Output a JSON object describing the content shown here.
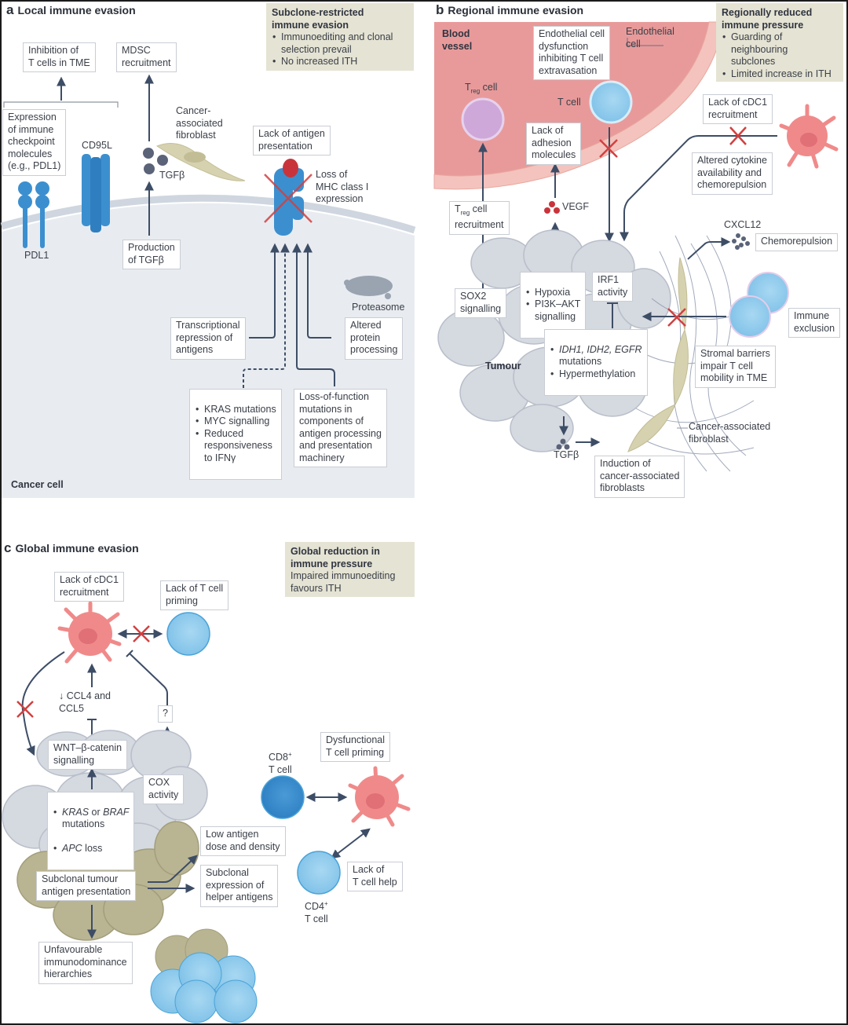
{
  "colors": {
    "arrow": "#3d4d66",
    "cross": "#d24040",
    "cell_membrane": "#cfd6df",
    "cytoplasm": "#e8ecf1",
    "note_bg": "#e5e3d3",
    "vessel": "#e89a9a",
    "endothelium": "#f4c3bd",
    "receptor_blue": "#3c8fcf",
    "t_cell": "#9fd2ef",
    "treg": "#cfa8da",
    "dendritic": "#f08a8a",
    "fibroblast": "#d6d2b0",
    "tumour_cell": "#d5d9e0"
  },
  "panel_a": {
    "letter": "a",
    "title": "Local immune evasion",
    "note": {
      "title": "Subclone-restricted\nimmune evasion",
      "bullets": [
        "Immunoediting and clonal\nselection prevail",
        "No increased ITH"
      ]
    },
    "inhibition_box": "Inhibition of\nT cells in TME",
    "mdsc_box": "MDSC\nrecruitment",
    "checkpoint_box": "Expression\nof immune\ncheckpoint\nmolecules\n(e.g., PDL1)",
    "cd95l_label": "CD95L",
    "pdl1_label": "PDL1",
    "caf_label": "Cancer-\nassociated\nfibroblast",
    "tgfb_label": "TGFβ",
    "tgfb_production_box": "Production\nof TGFβ",
    "antigen_box": "Lack of antigen\npresentation",
    "mhc_label": "Loss of\nMHC class I\nexpression",
    "proteasome_label": "Proteasome",
    "transcriptional_box": "Transcriptional\nrepression of\nantigens",
    "altered_box": "Altered\nprotein\nprocessing",
    "kras_bullets": [
      "KRAS mutations",
      "MYC signalling",
      "Reduced\nresponsiveness\nto IFNγ"
    ],
    "lof_box": "Loss-of-function\nmutations in\ncomponents of\nantigen processing\nand presentation\nmachinery",
    "cancer_cell_label": "Cancer cell"
  },
  "panel_b": {
    "letter": "b",
    "title": "Regional immune evasion",
    "note": {
      "title": "Regionally reduced\nimmune pressure",
      "bullets": [
        "Guarding of\nneighbouring\nsubclones",
        "Limited increase in ITH"
      ]
    },
    "blood_vessel_label": "Blood\nvessel",
    "endothelial_dysfunction_box": "Endothelial cell\ndysfunction\ninhibiting T cell\nextravasation",
    "endothelial_cell_label": "Endothelial\ncell",
    "treg_label_main": "T",
    "treg_label_sub": "reg",
    "treg_label_tail": " cell",
    "t_cell_label": "T cell",
    "adhesion_box": "Lack of\nadhesion\nmolecules",
    "cdc1_box": "Lack of cDC1\nrecruitment",
    "cytokine_box": "Altered cytokine\navailability and\nchemorepulsion",
    "treg_recruit_sub": "reg",
    "treg_recruit_tail": " cell\nrecruitment",
    "vegf_label": "VEGF",
    "cxcl12_label": "CXCL12",
    "chemorepulsion_box": "Chemorepulsion",
    "sox2_box": "SOX2\nsignalling",
    "hypoxia_bullets": [
      "Hypoxia",
      "PI3K–AKT\nsignalling"
    ],
    "irf1_box": "IRF1\nactivity",
    "idh_bullets_italic": "IDH1, IDH2, EGFR",
    "idh_bullets_tail": "\nmutations",
    "hypermethylation": "Hypermethylation",
    "tumour_label": "Tumour",
    "immune_exclusion_box": "Immune\nexclusion",
    "stromal_box": "Stromal barriers\nimpair T cell\nmobility in TME",
    "caf_label": "Cancer-associated\nfibroblast",
    "tgfb_label": "TGFβ",
    "induction_box": "Induction of\ncancer-associated\nfibroblasts"
  },
  "panel_c": {
    "letter": "c",
    "title": "Global immune evasion",
    "note": {
      "title": "Global reduction in\nimmune pressure",
      "text": "Impaired immunoediting\nfavours ITH"
    },
    "cdc1_box": "Lack of cDC1\nrecruitment",
    "priming_box": "Lack of T cell\npriming",
    "ccl_label": "↓ CCL4 and\n   CCL5",
    "question_box": "?",
    "wnt_box": "WNT–β-catenin\nsignalling",
    "cox_box": "COX\nactivity",
    "kras_italic_1": "KRAS",
    "kras_mid": " or ",
    "kras_italic_2": "BRAF",
    "kras_tail": "\nmutations",
    "apc_italic": "APC",
    "apc_tail": " loss",
    "low_antigen_box": "Low antigen\ndose and density",
    "subclonal_box": "Subclonal tumour\nantigen presentation",
    "helper_box": "Subclonal\nexpression of\nhelper antigens",
    "immunodominance_box": "Unfavourable\nimmunodominance\nhierarchies",
    "cd8_label_main": "CD8",
    "cd8_label_tail": "\nT cell",
    "cd4_label_main": "CD4",
    "cd4_label_tail": "\nT cell",
    "plus": "+",
    "dysfunctional_box": "Dysfunctional\nT cell priming",
    "help_box": "Lack of\nT cell help"
  }
}
